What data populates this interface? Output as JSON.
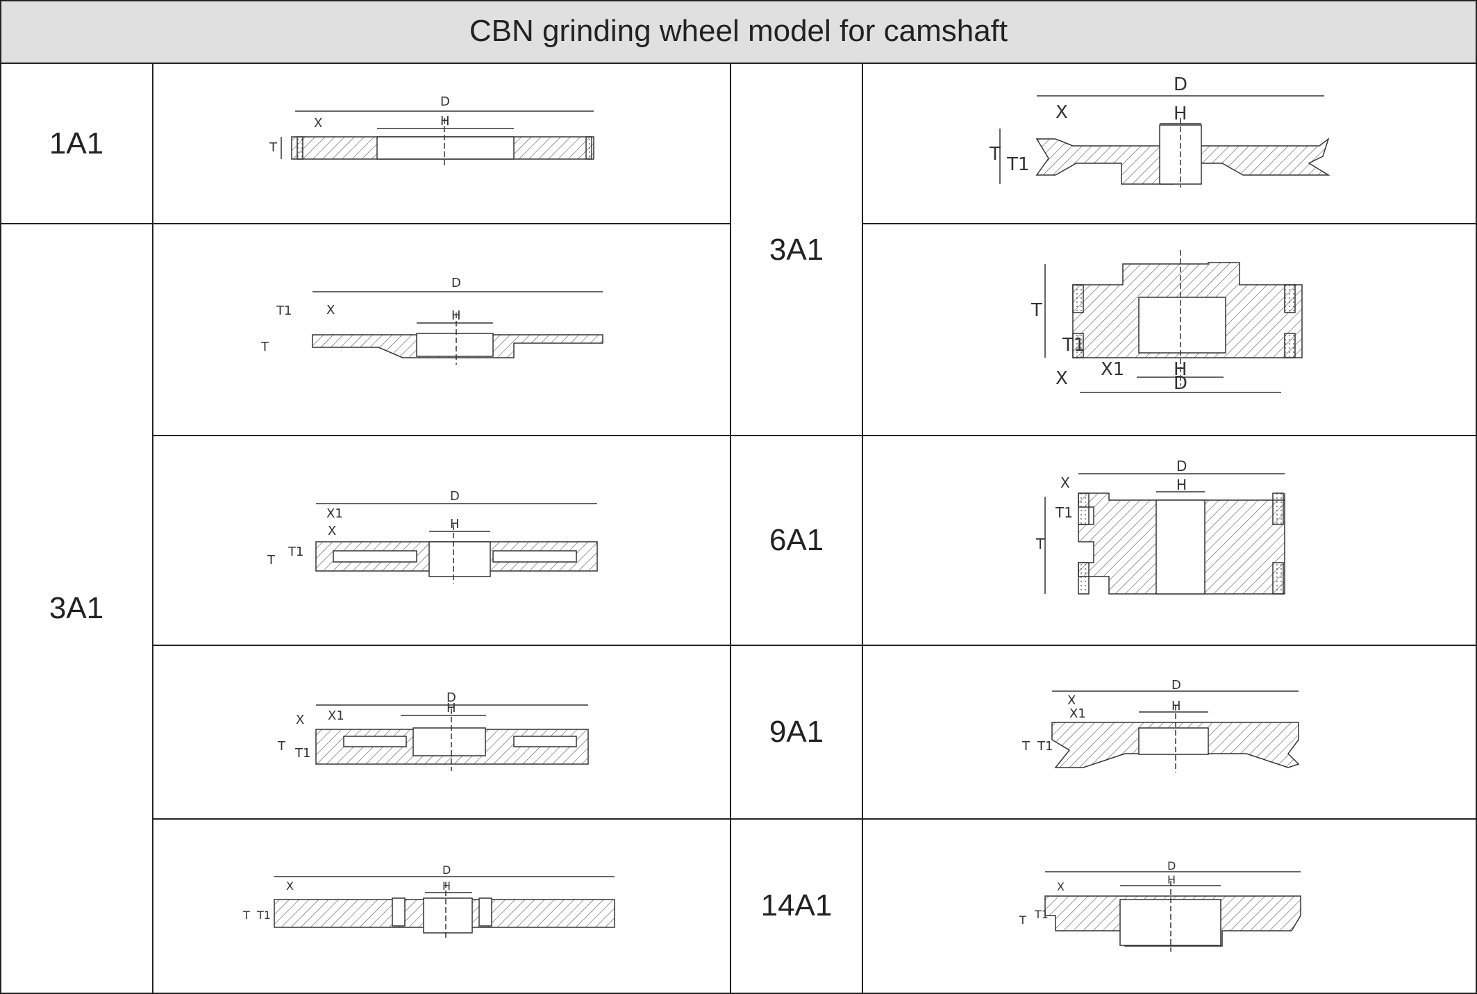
{
  "title": "CBN grinding wheel model for camshaft",
  "models": {
    "left_top": "1A1",
    "left_main": "3A1",
    "right_top": "3A1",
    "right_6a1": "6A1",
    "right_9a1": "9A1",
    "right_14a1": "14A1"
  },
  "dim_labels": {
    "D": "D",
    "H": "H",
    "X": "X",
    "X1": "X1",
    "T": "T",
    "T1": "T1"
  }
}
